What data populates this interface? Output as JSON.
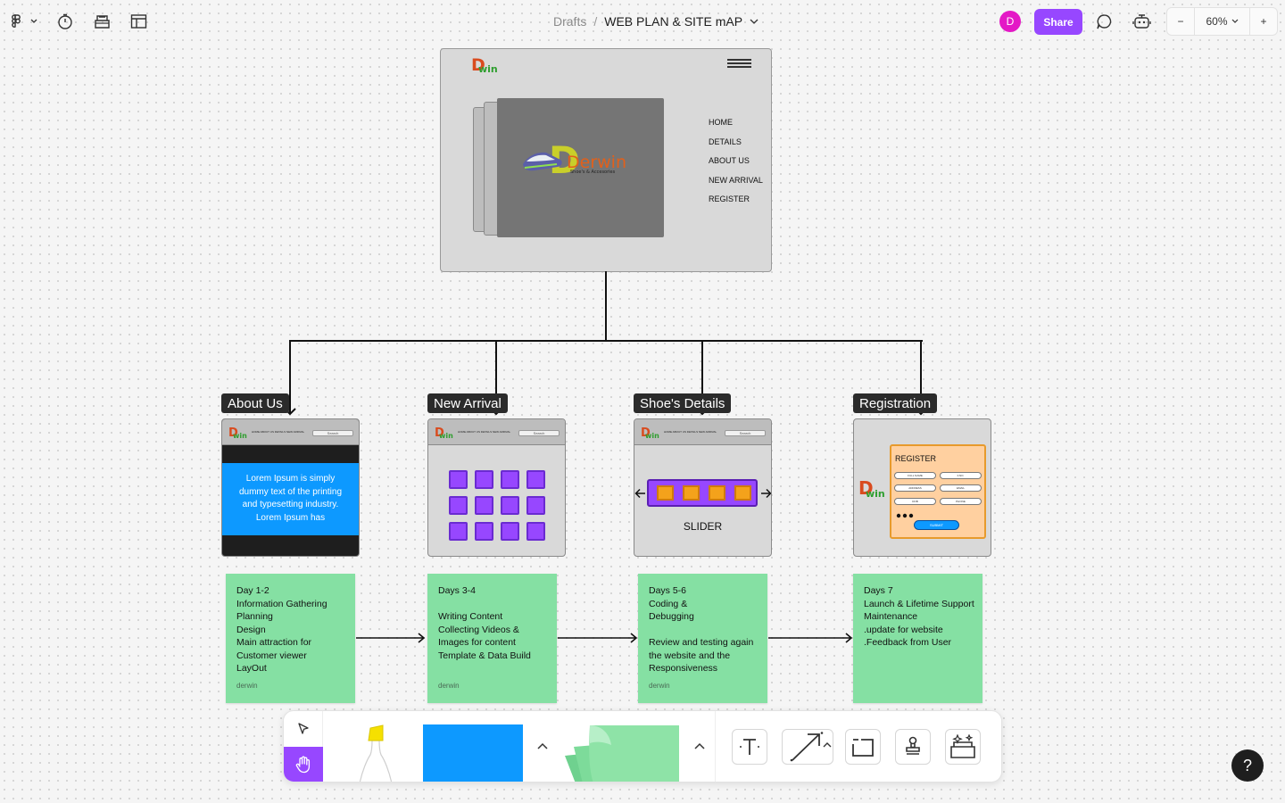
{
  "header": {
    "menu_icon": "figma-logo-icon",
    "breadcrumb_parent": "Drafts",
    "breadcrumb_sep": "/",
    "file_title": "WEB PLAN & SITE mAP",
    "avatar_letter": "D",
    "share_label": "Share",
    "zoom_level": "60%",
    "zoom_out_label": "−",
    "zoom_in_label": "+"
  },
  "home_frame": {
    "logo_text": "Dwin",
    "hero_brand": "Derwin",
    "hero_tagline": "Shoe's & Accesories",
    "menu": [
      "HOME",
      "DETAILS",
      "ABOUT US",
      "NEW ARRIVAL",
      "REGISTER"
    ]
  },
  "sections": [
    {
      "label": "About Us"
    },
    {
      "label": "New Arrival"
    },
    {
      "label": "Shoe's Details"
    },
    {
      "label": "Registration"
    }
  ],
  "mini_nav": {
    "logo_text": "Dwin",
    "links": "HOME  ABOUT US  DETAILS  NEW ARRIVAL",
    "search_placeholder": "Search"
  },
  "about_frame": {
    "body_text": "Lorem Ipsum is simply dummy text of the printing and typesetting industry. Lorem Ipsum has"
  },
  "details_frame": {
    "slider_label": "SLIDER"
  },
  "register_frame": {
    "title": "REGISTER",
    "fields": [
      "FULL NAME",
      "F.NO.",
      "ADDRESS",
      "EMAIL",
      "DOB",
      "PHONE"
    ],
    "submit": "SUBMIT",
    "logo_text": "Dwin"
  },
  "stickies": [
    {
      "text": "Day 1-2\nInformation Gathering\nPlanning\nDesign\nMain attraction for Customer viewer\nLayOut",
      "author": "derwin"
    },
    {
      "text": "Days 3-4\n\nWriting Content\nCollecting Videos & Images for content\nTemplate & Data Build",
      "author": "derwin"
    },
    {
      "text": "Days 5-6\nCoding &\nDebugging\n\nReview and testing again the website and the Responsiveness",
      "author": "derwin"
    },
    {
      "text": "Days 7\nLaunch & Lifetime Support\nMaintenance\n.update for website\n.Feedback from User",
      "author": ""
    }
  ],
  "toolbar": {
    "tools": [
      "move-tool",
      "hand-tool",
      "marker-tool",
      "shape-tool",
      "sticky-tool",
      "text-tool",
      "connector-tool",
      "section-tool",
      "stamp-tool",
      "widgets-tool"
    ]
  },
  "help_label": "?",
  "colors": {
    "accent": "#9747ff",
    "avatar": "#e418c6",
    "sticky": "#85e0a3",
    "shape_blue": "#0d99ff"
  }
}
